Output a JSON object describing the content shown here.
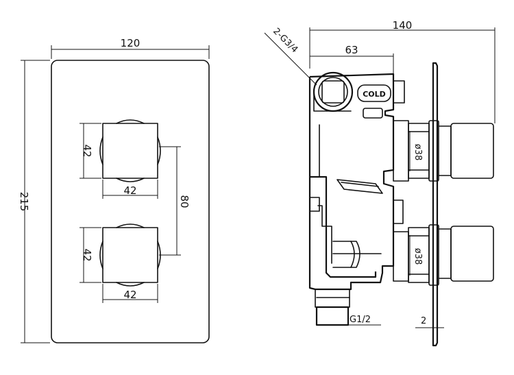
{
  "front_view": {
    "plate_width": "120",
    "plate_height": "215",
    "upper_knob_width": "42",
    "upper_knob_height": "42",
    "lower_knob_width": "42",
    "lower_knob_height": "42",
    "knob_spacing": "80"
  },
  "side_view": {
    "outlet_thread": "2-G3/4",
    "total_depth": "140",
    "body_depth": "63",
    "cold_label": "COLD",
    "upper_knob_diameter": "ø38",
    "lower_knob_diameter": "ø38",
    "inlet_thread": "G1/2",
    "plate_thickness": "2"
  }
}
